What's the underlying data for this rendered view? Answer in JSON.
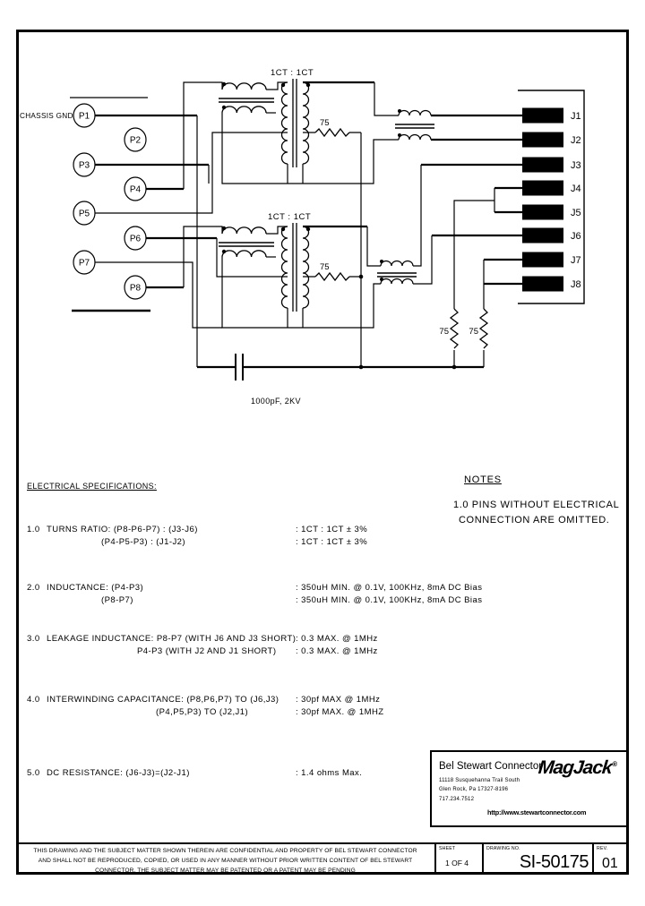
{
  "schematic": {
    "chassis_label": "CHASSIS GND",
    "p_pins": [
      "P1",
      "P2",
      "P3",
      "P4",
      "P5",
      "P6",
      "P7",
      "P8"
    ],
    "j_pins": [
      "J1",
      "J2",
      "J3",
      "J4",
      "J5",
      "J6",
      "J7",
      "J8"
    ],
    "transformer1_label": "1CT : 1CT",
    "transformer2_label": "1CT : 1CT",
    "r1": "75",
    "r2": "75",
    "r3": "75",
    "r4": "75",
    "capacitor_label": "1000pF, 2KV"
  },
  "specs": {
    "title": "ELECTRICAL SPECIFICATIONS:",
    "items": [
      {
        "num": "1.0",
        "rows": [
          {
            "label": "TURNS RATIO: (P8-P6-P7) : (J3-J6)",
            "value": ": 1CT : 1CT ± 3%"
          },
          {
            "label": "(P4-P5-P3) : (J1-J2)",
            "value": ": 1CT : 1CT ± 3%"
          }
        ]
      },
      {
        "num": "2.0",
        "rows": [
          {
            "label": "INDUCTANCE:  (P4-P3)",
            "value": ": 350uH MIN. @ 0.1V, 100KHz, 8mA DC Bias"
          },
          {
            "label": "(P8-P7)",
            "value": ": 350uH MIN. @ 0.1V, 100KHz, 8mA DC Bias"
          }
        ]
      },
      {
        "num": "3.0",
        "rows": [
          {
            "label": "LEAKAGE INDUCTANCE:  P8-P7 (WITH J6 AND J3 SHORT)",
            "value": ": 0.3 MAX. @ 1MHz"
          },
          {
            "label": "P4-P3 (WITH J2 AND J1 SHORT)",
            "value": ": 0.3 MAX. @ 1MHz"
          }
        ]
      },
      {
        "num": "4.0",
        "rows": [
          {
            "label": "INTERWINDING CAPACITANCE:  (P8,P6,P7) TO (J6,J3)",
            "value": ": 30pf MAX @ 1MHz"
          },
          {
            "label": "(P4,P5,P3) TO (J2,J1)",
            "value": ": 30pf MAX. @ 1MHZ"
          }
        ]
      },
      {
        "num": "5.0",
        "rows": [
          {
            "label": "DC RESISTANCE: (J6-J3)=(J2-J1)",
            "value": ": 1.4 ohms Max."
          }
        ]
      }
    ]
  },
  "notes": {
    "title": "NOTES",
    "line1": "1.0 PINS WITHOUT ELECTRICAL",
    "line2": "CONNECTION ARE OMITTED."
  },
  "title_block": {
    "company": "Bel Stewart Connector",
    "address1": "11118 Susquehanna Trail South",
    "address2": "Glen Rock, Pa  17327-8196",
    "phone": "717.234.7512",
    "brand": "MagJack",
    "brand_reg": "®",
    "url": "http://www.stewartconnector.com"
  },
  "footer": {
    "legal_line1": "THIS DRAWING AND THE SUBJECT MATTER SHOWN THEREIN ARE CONFIDENTIAL AND PROPERTY OF BEL STEWART CONNECTOR",
    "legal_line2": "AND SHALL NOT BE REPRODUCED, COPIED, OR USED IN ANY MANNER WITHOUT PRIOR WRITTEN CONTENT OF BEL STEWART",
    "legal_line3": "CONNECTOR.  THE SUBJECT MATTER MAY BE PATENTED OR A PATENT MAY BE PENDING",
    "sheet_label": "SHEET",
    "sheet_value": "1 OF 4",
    "drawing_label": "DRAWING NO.",
    "drawing_value": "SI-50175",
    "rev_label": "REV.",
    "rev_value": "01"
  }
}
